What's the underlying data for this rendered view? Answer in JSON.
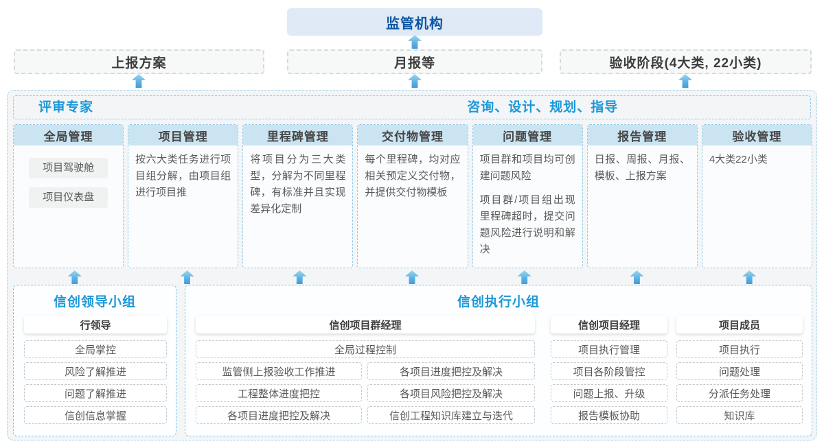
{
  "colors": {
    "accent_blue": "#1b98d8",
    "dark_blue": "#0e56a3",
    "column_header_bg": "#cbe4f2",
    "arrow_blue": "#3e9ed8"
  },
  "top": {
    "regulator": "监管机构"
  },
  "row2": {
    "box1": "上报方案",
    "box2": "月报等",
    "box3": "验收阶段(4大类, 22小类)"
  },
  "mid": {
    "left_title": "评审专家",
    "right_title": "咨询、设计、规划、指导",
    "columns": [
      {
        "header": "全局管理",
        "pills": [
          "项目驾驶舱",
          "项目仪表盘"
        ]
      },
      {
        "header": "项目管理",
        "paras": [
          "按六大类任务进行项目组分解，由项目组进行项目推"
        ]
      },
      {
        "header": "里程碑管理",
        "paras": [
          "将项目分为三大类型，分解为不同里程碑，有标准并且实现差异化定制"
        ]
      },
      {
        "header": "交付物管理",
        "paras": [
          "每个里程碑，均对应相关预定义交付物，并提供交付物模板"
        ]
      },
      {
        "header": "问题管理",
        "paras": [
          "项目群和项目均可创建问题风险",
          "项目群/项目组出现里程碑超时，提交问题风险进行说明和解决"
        ]
      },
      {
        "header": "报告管理",
        "paras": [
          "日报、周报、月报、模板、上报方案"
        ]
      },
      {
        "header": "验收管理",
        "paras": [
          "4大类22小类"
        ]
      }
    ]
  },
  "bottom": {
    "lead_group": {
      "title": "信创领导小组",
      "role": "行领导",
      "items": [
        "全局掌控",
        "风险了解推进",
        "问题了解推进",
        "信创信息掌握"
      ]
    },
    "exec_group": {
      "title": "信创执行小组",
      "program_manager": {
        "role": "信创项目群经理",
        "full_item": "全局过程控制",
        "left_items": [
          "监管侧上报验收工作推进",
          "工程整体进度把控",
          "各项目进度把控及解决"
        ],
        "right_items": [
          "各项目进度把控及解决",
          "各项目风险把控及解决",
          "信创工程知识库建立与迭代"
        ]
      },
      "project_manager": {
        "role": "信创项目经理",
        "items": [
          "项目执行管理",
          "项目各阶段管控",
          "问题上报、升级",
          "报告模板协助"
        ]
      },
      "member": {
        "role": "项目成员",
        "items": [
          "项目执行",
          "问题处理",
          "分派任务处理",
          "知识库"
        ]
      }
    }
  }
}
